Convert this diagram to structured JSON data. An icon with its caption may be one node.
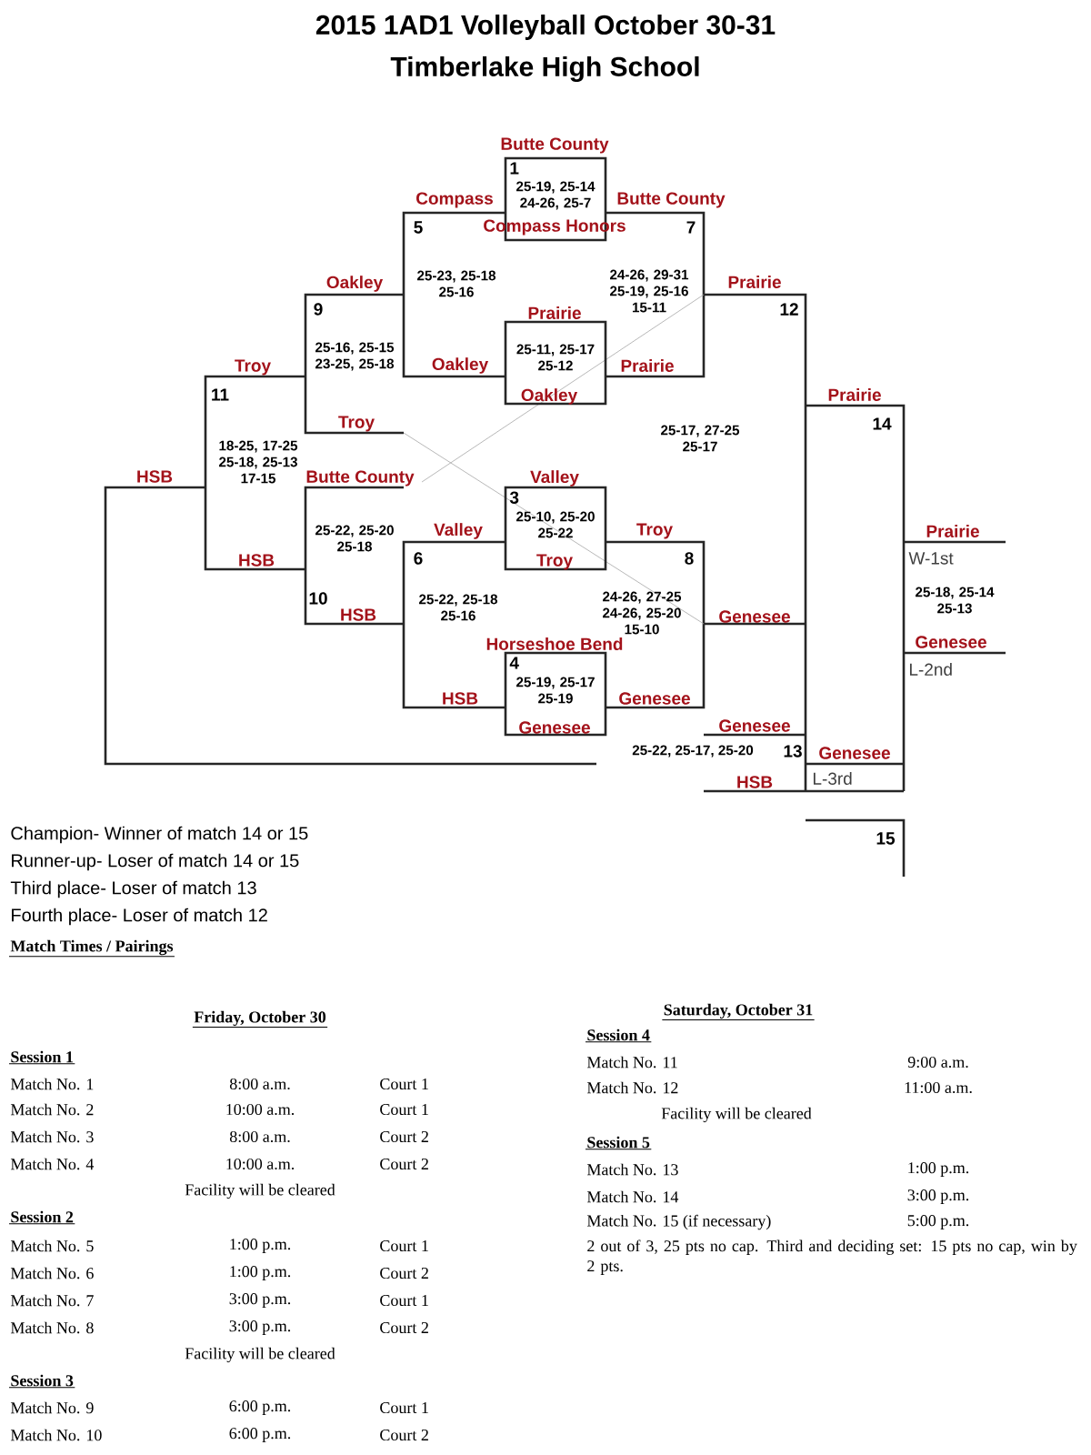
{
  "diagram": {
    "title": "2015 1AD1 Volleyball October 30-31",
    "nodes": [
      {
        "text": [
          "1",
          "25-19, 25-14 24-26, 25-7"
        ]
      },
      {
        "text": [
          "25-11, 25-17 25-12"
        ]
      },
      {
        "text": [
          "3",
          "25-10, 25-20 25-22"
        ]
      },
      {
        "text": [
          "4",
          "25-19, 25-17 25-19"
        ]
      }
    ],
    "labels": [
      "Timberlake High School",
      "Butte County",
      "Compass",
      "Butte County",
      "5",
      "Compass Honors",
      "7",
      "Oakley",
      "25-23, 25-18 25-16",
      "24-26, 29-31 25-19, 25-16 15-11",
      "Prairie",
      "9",
      "Prairie",
      "12",
      "25-16, 25-15 23-25, 25-18",
      "Troy",
      "Oakley",
      "Prairie",
      "11",
      "Oakley",
      "Prairie",
      "Troy",
      "14",
      "25-17, 27-25 25-17",
      "18-25, 17-25 25-18, 25-13 17-15",
      "HSB",
      "Butte County",
      "Valley",
      "25-22, 25-20 25-18",
      "Valley",
      "Troy",
      "Prairie",
      "HSB",
      "6",
      "Troy",
      "8",
      "W-1st",
      "10",
      "HSB",
      "25-22, 25-18 25-16",
      "24-26, 27-25 24-26, 25-20 15-10",
      "Genesee",
      "25-18, 25-14 25-13",
      "Horseshoe Bend",
      "Genesee",
      "L-2nd",
      "HSB",
      "Genesee",
      "Genesee",
      "Genesee",
      "25-22, 25-17, 25-20",
      "13",
      "Genesee",
      "HSB",
      "L-3rd",
      "15",
      "Champion- Winner of match 14 or 15",
      "Runner-up- Loser of match 14 or 15",
      "Third place- Loser of match 13",
      "Fourth place- Loser of match 12",
      "Match Times / Pairings",
      "Friday, October 30",
      "Session 1",
      "Match No. 1",
      "8:00 a.m.",
      "Court 1",
      "Match No. 2",
      "10:00 a.m.",
      "Court 1",
      "Match No. 3",
      "8:00 a.m.",
      "Court 2",
      "Match No. 4",
      "10:00 a.m.",
      "Court 2",
      "Facility will be cleared",
      "Session 2",
      "Match No. 5",
      "1:00 p.m.",
      "Court 1",
      "Match No. 6",
      "1:00 p.m.",
      "Court 2",
      "Match No. 7",
      "3:00 p.m.",
      "Court 1",
      "Match No. 8",
      "3:00 p.m.",
      "Court 2",
      "Facility will be cleared",
      "Session 3",
      "Match No. 9",
      "6:00 p.m.",
      "Court 1",
      "Match No. 10",
      "6:00 p.m.",
      "Court 2",
      "Saturday, October 31",
      "Session 4",
      "Match No. 11",
      "9:00 a.m.",
      "Match No. 12",
      "11:00 a.m.",
      "Facility will be cleared",
      "Session 5",
      "Match No. 13",
      "1:00 p.m.",
      "Match No. 14",
      "3:00 p.m.",
      "Match No. 15 (if necessary)",
      "5:00 p.m.",
      "2 out of 3, 25 pts no cap. Third and deciding set: 15 pts no cap, win by 2 pts."
    ]
  }
}
